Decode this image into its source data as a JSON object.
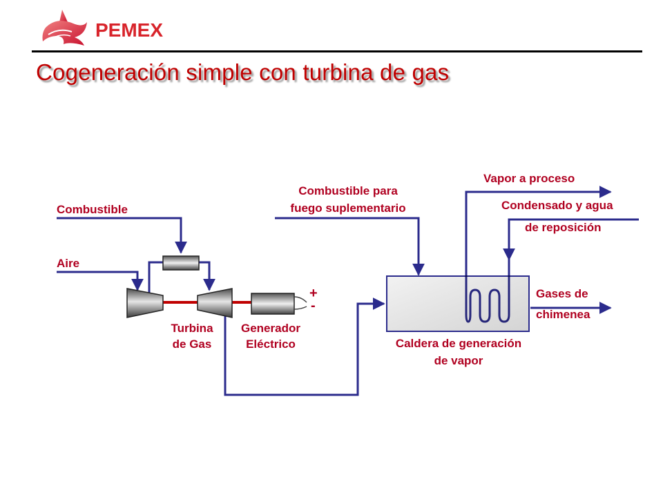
{
  "brand": {
    "name": "PEMEX",
    "colors": {
      "logo_red": "#d8242b",
      "title_red": "#c00000",
      "label_red": "#b00020",
      "line_blue": "#2b2b8c",
      "shaft_red": "#c00000"
    }
  },
  "title": "Cogeneración simple con turbina de gas",
  "labels": {
    "combustible": "Combustible",
    "aire": "Aire",
    "turbina_1": "Turbina",
    "turbina_2": "de Gas",
    "generador_1": "Generador",
    "generador_2": "Eléctrico",
    "plus": "+",
    "minus": "-",
    "comb_sup_1": "Combustible para",
    "comb_sup_2": "fuego suplementario",
    "vapor": "Vapor a proceso",
    "condensado_1": "Condensado y agua",
    "condensado_2": "de reposición",
    "gases_1": "Gases de",
    "gases_2": "chimenea",
    "caldera_1": "Caldera de generación",
    "caldera_2": "de vapor"
  },
  "icons": [
    "pemex-eagle-icon",
    "compressor-icon",
    "turbine-icon",
    "combustor-icon",
    "generator-icon",
    "boiler-icon",
    "coil-icon"
  ]
}
